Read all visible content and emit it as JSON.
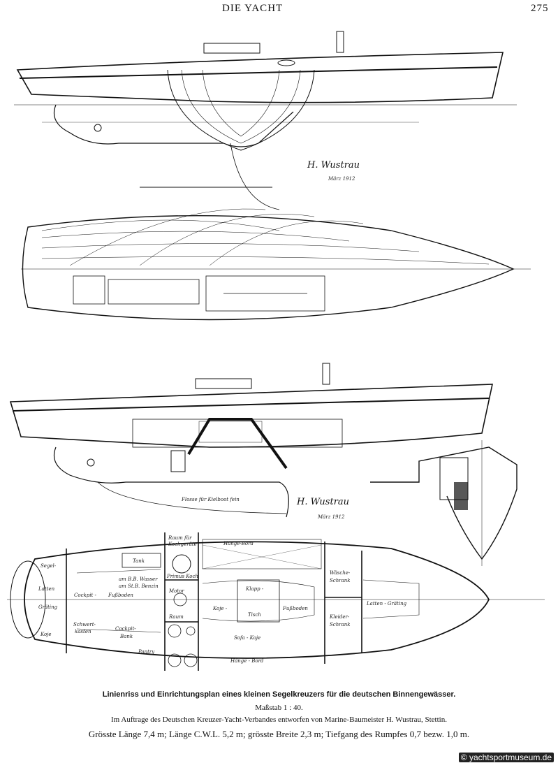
{
  "header": {
    "title": "DIE YACHT",
    "page_number": "275"
  },
  "drawings": {
    "signature_top": "H. Wustrau",
    "date_top": "März 1912",
    "signature_bottom": "H. Wustrau",
    "date_bottom": "März 1912",
    "fin_note": "Flosse für Kielboot fein",
    "labels": {
      "segel": "Segel-",
      "koje_aft": "Koje",
      "latten": "Latten",
      "graeting": "Gräting",
      "cockpit": "Cockpit -",
      "fussboden": "Fußboden",
      "tank": "Tank",
      "bb_wasser": "am B.B. Wasser",
      "stb_benzin": "am St.B. Benzin",
      "raum_fuer": "Raum für",
      "kochgeraete": "Kochgeräte",
      "primus": "Primus Koch",
      "motor": "Motor",
      "raum": "Raum",
      "schwert": "Schwert-",
      "kasten": "kasten",
      "cockpit_bank1": "Cockpit-",
      "cockpit_bank2": "Bank",
      "pantry": "Pantry",
      "haenge_bord_top": "Hänge-Bord",
      "klapp": "Klapp -",
      "tisch": "Tisch",
      "koje_mid": "Koje -",
      "fussboden_mid": "Fußboden",
      "sofa_koje": "Sofa - Koje",
      "haenge_bord_bottom": "Hänge - Bord",
      "waesche1": "Wäsche-",
      "waesche2": "Schrank",
      "kleider1": "Kleider-",
      "kleider2": "Schrank",
      "latten_graeting_fwd": "Latten - Gräting"
    }
  },
  "caption": {
    "line1": "Linienriss und Einrichtungsplan eines kleinen Segelkreuzers für die deutschen Binnengewässer.",
    "line2": "Maßstab 1 : 40.",
    "line3": "Im Auftrage des Deutschen Kreuzer-Yacht-Verbandes entworfen von Marine-Baumeister H. Wustrau, Stettin.",
    "line4": "Grösste Länge 7,4 m; Länge C.W.L. 5,2 m; grösste Breite 2,3 m; Tiefgang des Rumpfes 0,7 bezw. 1,0 m."
  },
  "watermark": "© yachtsportmuseum.de"
}
